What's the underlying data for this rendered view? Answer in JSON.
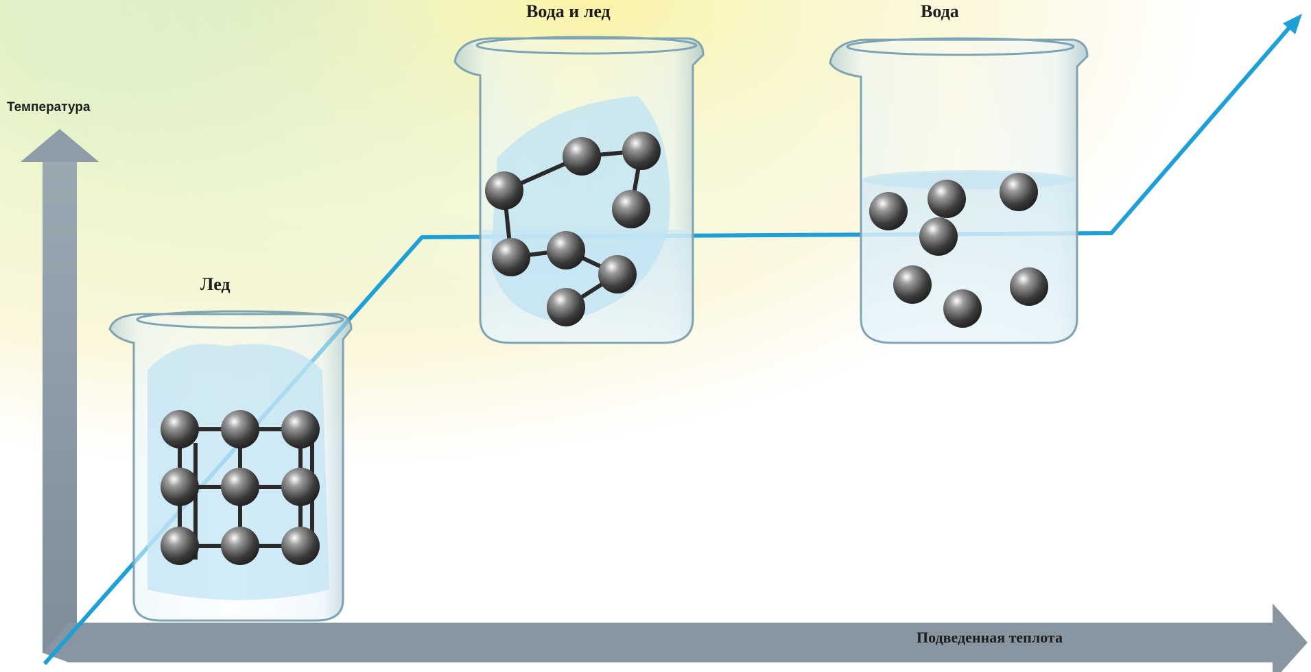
{
  "axes": {
    "y_label": "Температура",
    "x_label": "Подведенная теплота"
  },
  "stages": [
    {
      "label": "Лед",
      "state": "solid",
      "molecule_arrangement": "cubic-lattice"
    },
    {
      "label": "Вода и лед",
      "state": "solid-liquid",
      "molecule_arrangement": "ring-chain"
    },
    {
      "label": "Вода",
      "state": "liquid",
      "molecule_arrangement": "free-spheres"
    }
  ],
  "colors": {
    "curve": "#1ea0d6",
    "axis_arrow": "#8a9aa6",
    "molecule": "#4a4a4a",
    "glass": "#d6ecf5",
    "ice": "#bfe3f3",
    "background_tint_green": "#d7ebc6",
    "background_tint_yellow": "#fbf6c8"
  }
}
